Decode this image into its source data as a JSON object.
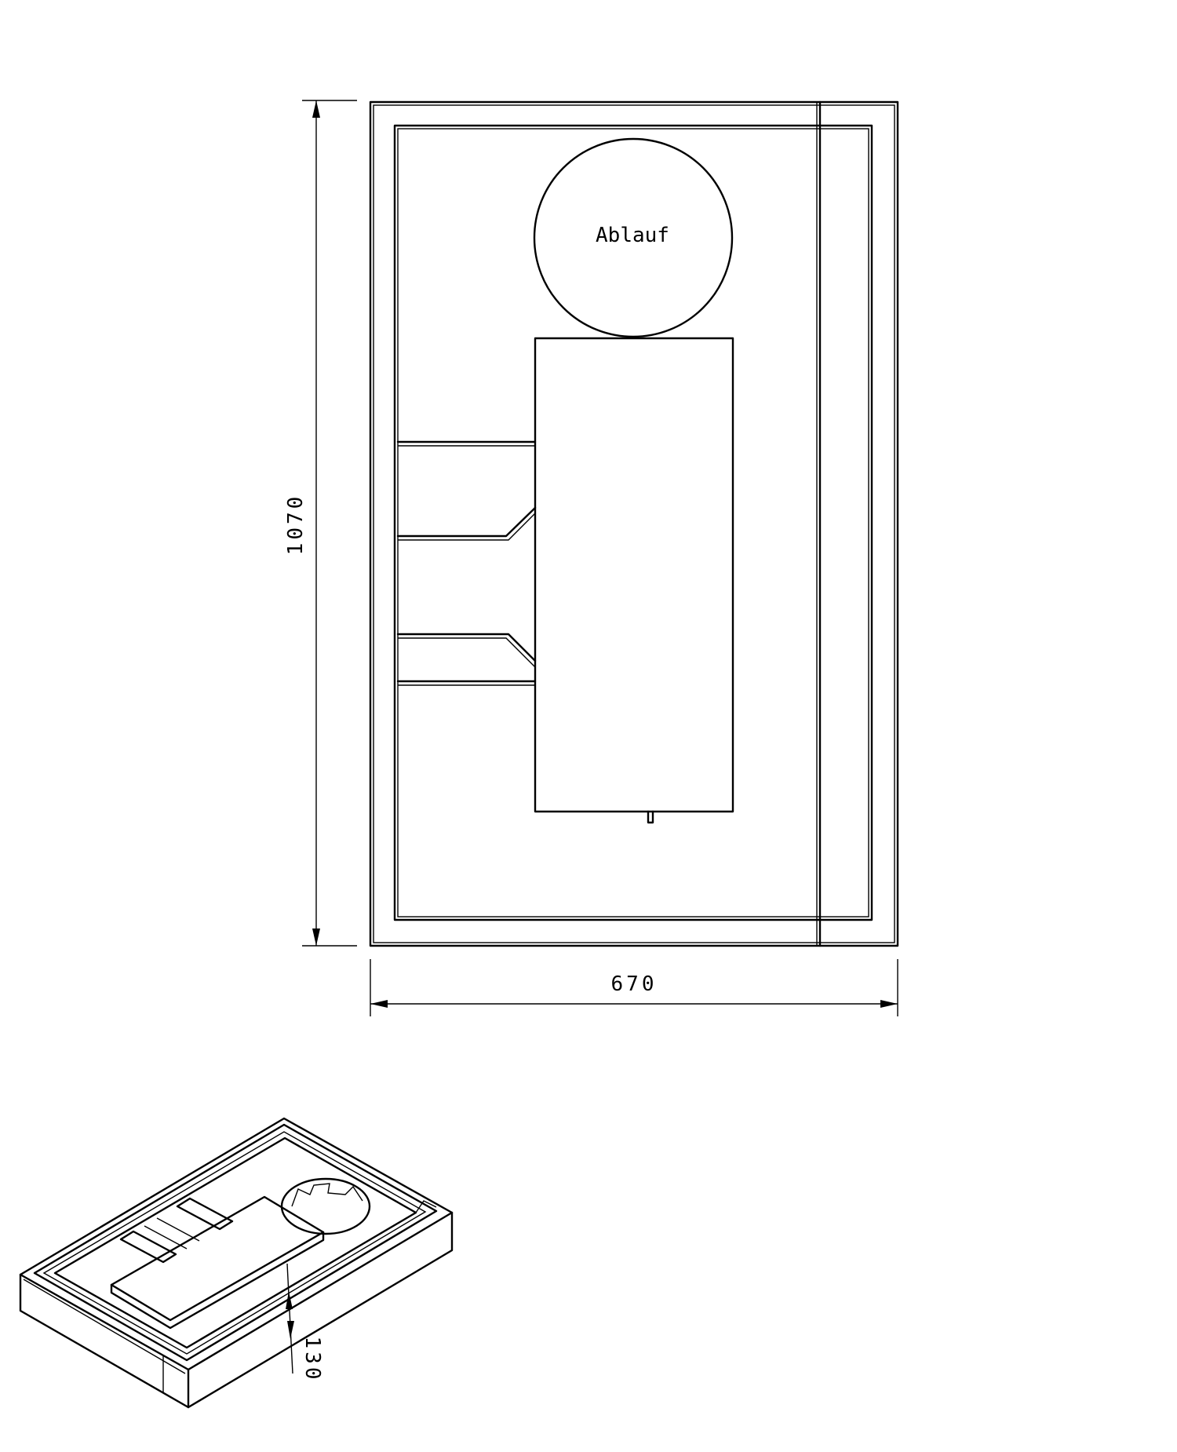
{
  "drawing": {
    "top_view": {
      "drain_label": "Ablauf"
    },
    "dimensions": {
      "height": "1070",
      "width": "670",
      "depth": "130"
    }
  }
}
